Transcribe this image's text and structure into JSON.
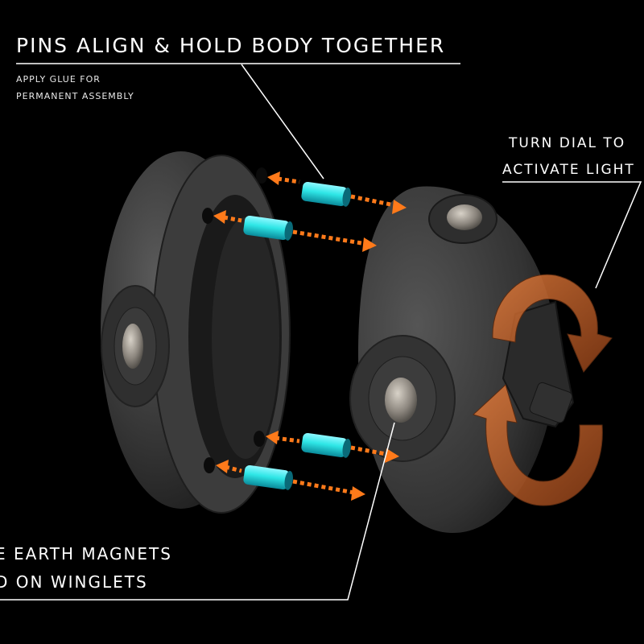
{
  "callouts": {
    "pins": {
      "title": "PINS ALIGN & HOLD BODY TOGETHER",
      "note_line_1": "APPLY GLUE FOR",
      "note_line_2": "PERMANENT ASSEMBLY"
    },
    "dial": {
      "line_1": "TURN DIAL TO",
      "line_2": "ACTIVATE LIGHT"
    },
    "magnets": {
      "line_1": "E EARTH MAGNETS",
      "line_2": "D ON WINGLETS"
    }
  },
  "colors": {
    "background": "#000000",
    "pin": "#2ee6e6",
    "arrow": "#ff7a1a",
    "rotation_arrow": "#c0602a",
    "shell": "#3a3a3a",
    "leader_line": "#ffffff"
  },
  "parts": {
    "pin_count": 4,
    "rotation_arrow_count": 2
  }
}
